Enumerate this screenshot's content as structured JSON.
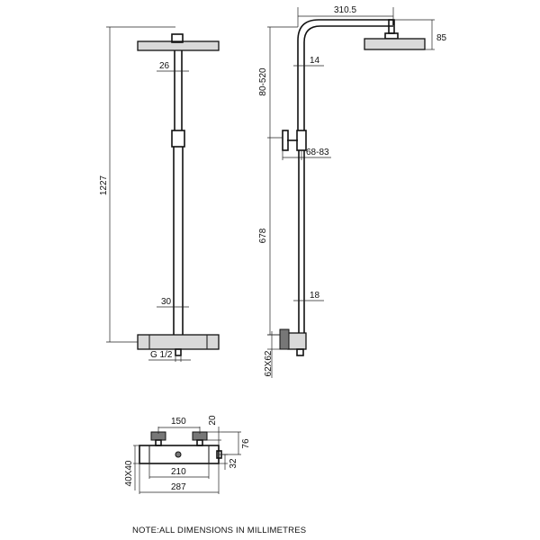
{
  "front_view": {
    "overall_height": "1227",
    "pipe_upper": "26",
    "pipe_lower": "30",
    "inlet_thread": "G 1/2"
  },
  "side_view": {
    "arm_reach": "310.5",
    "head_height": "85",
    "pipe_upper": "14",
    "adjust_range": "80-520",
    "clamp": "68-83",
    "lower_length": "678",
    "pipe_lower": "18",
    "valve_body": "62X62"
  },
  "valve_view": {
    "handle_spacing": "150",
    "handle_offset": "20",
    "depth_76": "76",
    "depth_32": "32",
    "centres": "210",
    "overall_width": "287",
    "section": "40X40"
  },
  "note": "NOTE:ALL DIMENSIONS IN MILLIMETRES"
}
